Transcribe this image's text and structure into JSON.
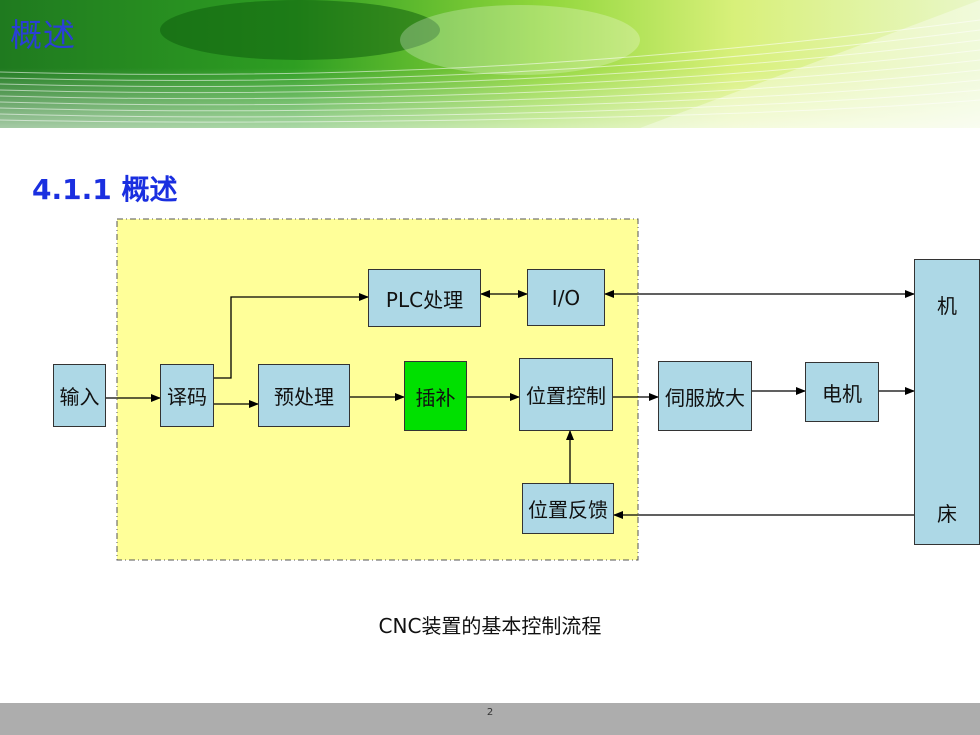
{
  "header": {
    "title": "概述"
  },
  "section": {
    "heading": "4.1.1 概述"
  },
  "diagram": {
    "blocks": {
      "input": "输入",
      "decode": "译码",
      "preprocess": "预处理",
      "interpolation": "插补",
      "position_control": "位置控制",
      "servo_amp": "伺服放大",
      "motor": "电机",
      "plc": "PLC处理",
      "io": "I/O",
      "position_feedback": "位置反馈"
    },
    "machine": {
      "top": "机",
      "bottom": "床"
    },
    "caption": "CNC装置的基本控制流程"
  },
  "footer": {
    "page_number": "2"
  },
  "colors": {
    "cnc_region": "#ffff99",
    "block": "#add8e6",
    "interpolation": "#00e000",
    "title": "#2a3fd6"
  }
}
